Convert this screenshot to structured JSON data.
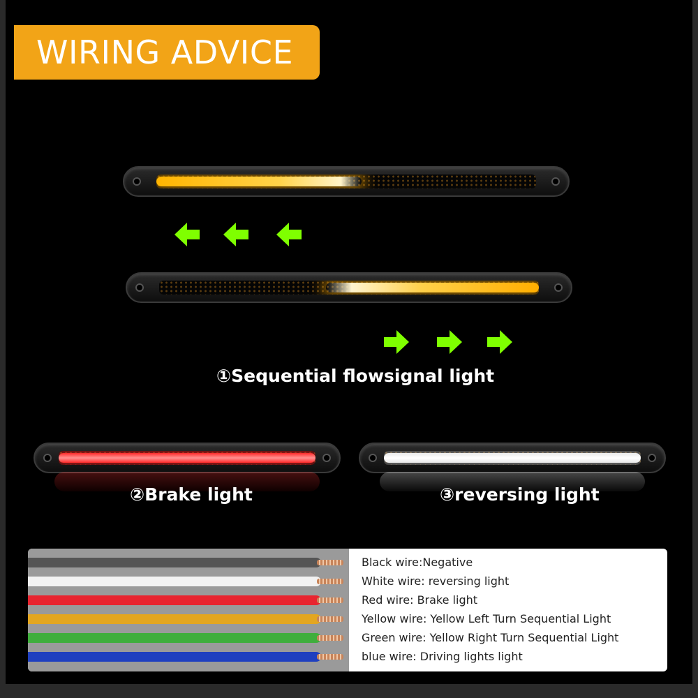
{
  "title": "WIRING ADVICE",
  "captions": {
    "sequential": "①Sequential flowsignal light",
    "brake": "②Brake light",
    "reversing": "③reversing light"
  },
  "icons": {
    "left_arrows": "arrow-left-icon",
    "right_arrows": "arrow-right-icon"
  },
  "colors": {
    "badge": "#f2a417",
    "amber_light": "#ffb400",
    "arrow_green": "#7fff00",
    "brake_red": "#ff2a2a",
    "reverse_white": "#ffffff"
  },
  "wires": [
    {
      "color_name": "Black",
      "color": "#555555",
      "label": "Black wire:Negative"
    },
    {
      "color_name": "White",
      "color": "#f2f2f2",
      "label": "White wire: reversing light"
    },
    {
      "color_name": "Red",
      "color": "#e8242f",
      "label": "Red wire: Brake light"
    },
    {
      "color_name": "Yellow",
      "color": "#e3a620",
      "label": "Yellow wire: Yellow Left Turn Sequential Light"
    },
    {
      "color_name": "Green",
      "color": "#3fae3c",
      "label": "Green wire: Yellow Right Turn Sequential Light"
    },
    {
      "color_name": "Blue",
      "color": "#1f3fbf",
      "label": "blue wire: Driving lights light"
    }
  ]
}
